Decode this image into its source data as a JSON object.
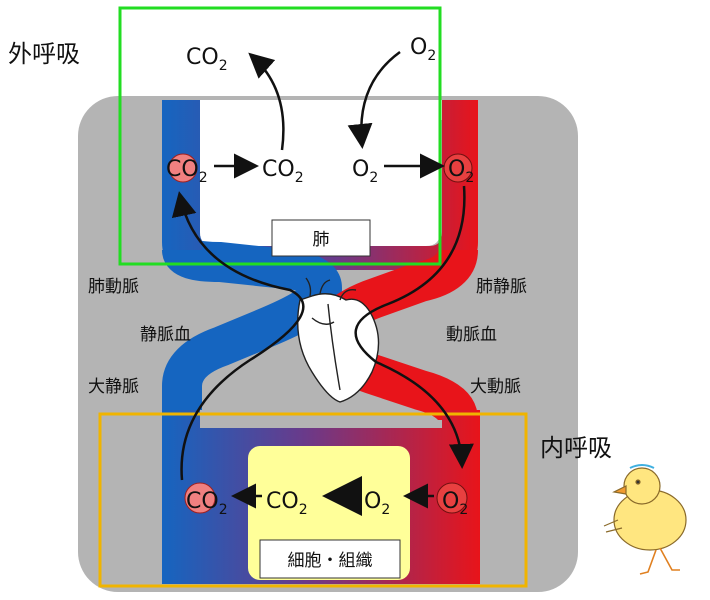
{
  "title_external": "外呼吸",
  "title_internal": "内呼吸",
  "lung": {
    "label": "肺",
    "co2_out_top": "CO",
    "o2_in_top": "O"
  },
  "tissue": {
    "label": "細胞・組織"
  },
  "gas": {
    "co2": "CO",
    "o2": "O",
    "sub": "2"
  },
  "vessels": {
    "pulmonary_artery": "肺動脈",
    "pulmonary_vein": "肺静脈",
    "venous_blood": "静脈血",
    "arterial_blood": "動脈血",
    "vena_cava": "大静脈",
    "aorta": "大動脈"
  },
  "colors": {
    "venous": "#1565c0",
    "arterial": "#e8141a",
    "body_gray": "#b4b4b4",
    "external_box": "#22dd22",
    "internal_box": "#f0b400",
    "tissue_fill": "#ffff99"
  }
}
